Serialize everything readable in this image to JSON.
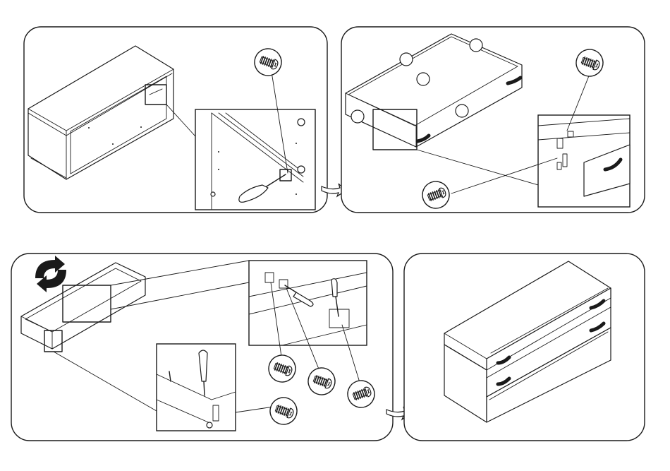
{
  "steps": [
    {
      "id": "step-1",
      "desc": "mount-drawer-rails"
    },
    {
      "id": "step-2",
      "desc": "attach-front-and-handle"
    },
    {
      "id": "step-3",
      "desc": "fix-slides-to-drawer"
    },
    {
      "id": "step-4",
      "desc": "finished-unit"
    }
  ],
  "colors": {
    "line": "#1a1a1a",
    "background": "#ffffff"
  },
  "icons": [
    "screw-icon",
    "screwdriver-icon",
    "rotate-arrows-icon",
    "flow-arrow-icon",
    "handle-icon"
  ]
}
